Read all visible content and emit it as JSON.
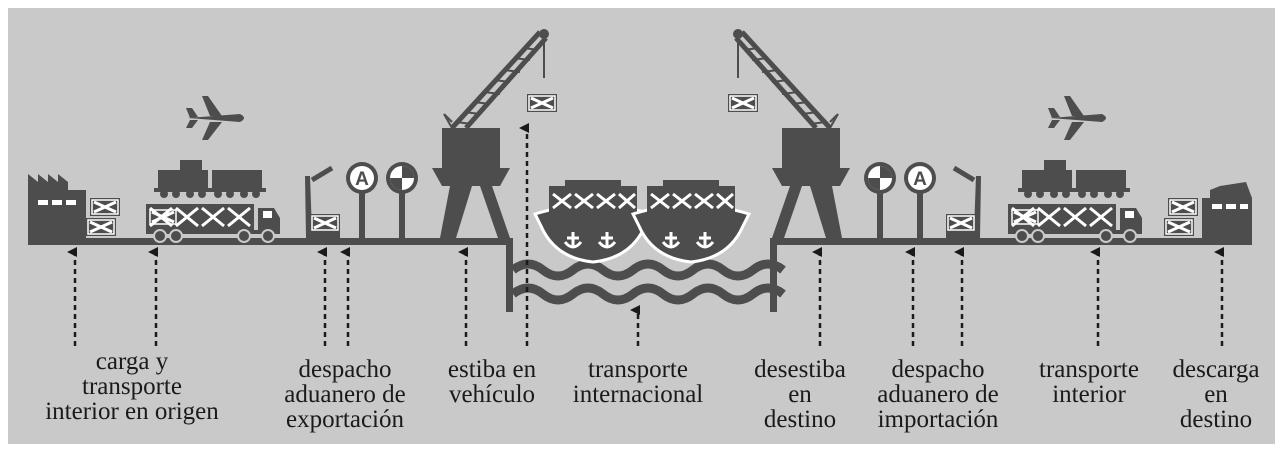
{
  "colors": {
    "background": "#c9c9c9",
    "ink": "#4d4d4d",
    "light": "#ffffff",
    "text": "#1a1a1a"
  },
  "icons": [
    "factory-icon",
    "container-icon",
    "airplane-icon",
    "train-icon",
    "truck-icon",
    "hand-truck-icon",
    "customs-sign-icon",
    "crane-icon",
    "ship-icon",
    "anchor-icon",
    "water-waves-icon",
    "warehouse-icon"
  ],
  "customs_sign_letter": "A",
  "stages": [
    {
      "id": "origin",
      "lines": [
        "carga y",
        "transporte",
        "interior en origen"
      ]
    },
    {
      "id": "export",
      "lines": [
        "despacho",
        "aduanero de",
        "exportación"
      ]
    },
    {
      "id": "loading",
      "lines": [
        "estiba en",
        "vehículo"
      ]
    },
    {
      "id": "international",
      "lines": [
        "transporte",
        "internacional"
      ]
    },
    {
      "id": "unloading",
      "lines": [
        "desestiba",
        "en",
        "destino"
      ]
    },
    {
      "id": "import",
      "lines": [
        "despacho",
        "aduanero de",
        "importación"
      ]
    },
    {
      "id": "inland",
      "lines": [
        "transporte",
        "interior"
      ]
    },
    {
      "id": "delivery",
      "lines": [
        "descarga",
        "en",
        "destino"
      ]
    }
  ]
}
